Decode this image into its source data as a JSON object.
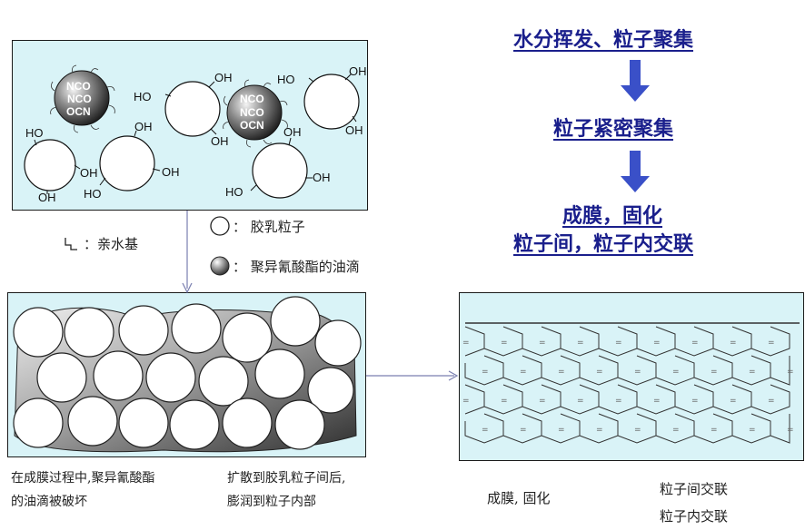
{
  "legend": {
    "hydrophilic_label": "亲水基",
    "latex_label": "胶乳粒子",
    "oil_label": "聚异氰酸酯的油滴",
    "colon": "："
  },
  "chem": {
    "oh_left": "OH",
    "oh_right": "HO",
    "nco": "NCO",
    "nco_rot": "OCN"
  },
  "flow": {
    "step1": "水分挥发、粒子聚集",
    "step2": "粒子紧密聚集",
    "step3a": "成膜，固化",
    "step3b": "粒子间，粒子内交联"
  },
  "captions": {
    "left_a1": "在成膜过程中,聚异氰酸酯",
    "left_a2": "的油滴被破坏",
    "left_b1": "扩散到胶乳粒子间后,",
    "left_b2": "膨润到粒子内部",
    "right_a": "成膜, 固化",
    "right_b1": "粒子间交联",
    "right_b2": "粒子内交联"
  },
  "colors": {
    "panel": "#d9f3f7",
    "flow_text": "#1a1f8c",
    "arrow": "#3a50c8",
    "connector": "#7a7fb0"
  }
}
